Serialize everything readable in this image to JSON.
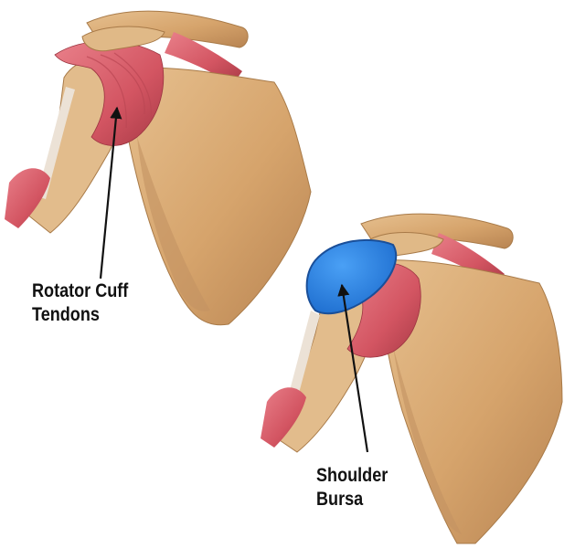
{
  "labels": {
    "rotator_cuff": {
      "line1": "Rotator Cuff",
      "line2": "Tendons"
    },
    "bursa": {
      "line1": "Shoulder",
      "line2": "Bursa"
    }
  },
  "colors": {
    "bone": "#d9b07d",
    "bone_shadow": "#b88b58",
    "muscle": "#d9606a",
    "muscle_dark": "#b8404c",
    "tendon": "#e8d6c4",
    "bursa": "#2f86e6",
    "bursa_dark": "#1c5fb8",
    "arrow": "#111111"
  }
}
